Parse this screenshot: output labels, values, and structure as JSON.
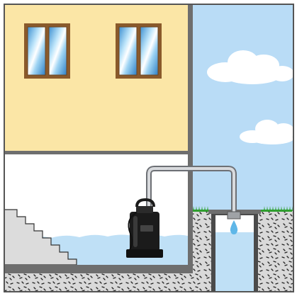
{
  "scene": {
    "colors": {
      "sky": "#b9dcf6",
      "cloud": "#ffffff",
      "house_upper": "#fbe6a6",
      "basement_air": "#ffffff",
      "basement_water": "#bfe0f6",
      "wall": "#6e6e6e",
      "wall_dark": "#4a4a4a",
      "ground": "#d9d9d9",
      "grass": "#2f9e2f",
      "pipe": "#9fa2a6",
      "pump": "#1b1b1b",
      "window_frame": "#8a5a2b",
      "glass": "#5fb7e8",
      "stairs": "#dcdcdc",
      "border": "#555555"
    },
    "elements": [
      {
        "name": "window",
        "icon": "window-icon",
        "count": 2
      },
      {
        "name": "submersible-pump",
        "icon": "pump-icon"
      },
      {
        "name": "drain-pipe",
        "icon": "pipe-icon"
      },
      {
        "name": "drainage-well",
        "icon": "well-icon"
      },
      {
        "name": "basement-stairs",
        "icon": "stairs-icon"
      },
      {
        "name": "clouds",
        "icon": "cloud-icon",
        "count": 2
      },
      {
        "name": "water-drop",
        "icon": "drop-icon"
      }
    ]
  }
}
